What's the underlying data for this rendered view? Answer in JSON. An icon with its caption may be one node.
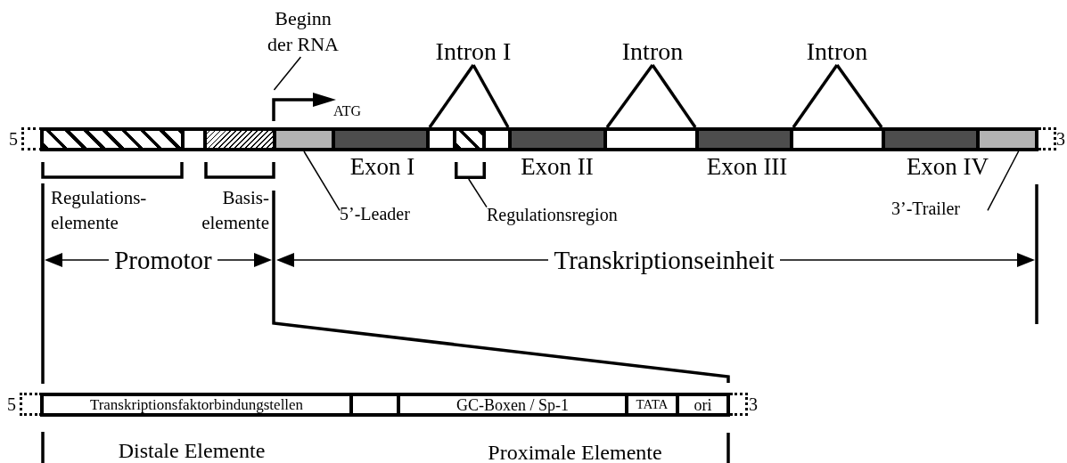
{
  "diagram": {
    "nodes": [
      {
        "text": [
          "Beginn der RNA"
        ]
      },
      {
        "text": [],
        "shape": "arrow"
      },
      {
        "text": [
          "Intron I"
        ]
      },
      {
        "text": [
          "Intron"
        ]
      },
      {
        "text": [
          "Intron"
        ]
      },
      {
        "text": [],
        "shape": "box"
      },
      {
        "text": [],
        "shape": "box"
      },
      {
        "text": [],
        "shape": "box"
      },
      {
        "text": [],
        "shape": "box"
      },
      {
        "text": [],
        "shape": "box"
      },
      {
        "text": [],
        "shape": "box"
      },
      {
        "text": [],
        "shape": "box"
      },
      {
        "text": [],
        "shape": "box"
      },
      {
        "text": [],
        "shape": "box"
      },
      {
        "text": [],
        "shape": "box"
      },
      {
        "text": [],
        "shape": "box"
      },
      {
        "text": [],
        "shape": "box"
      },
      {
        "text": [],
        "shape": "box"
      },
      {
        "text": [],
        "shape": "box"
      },
      {
        "text": [],
        "shape": "bracket"
      },
      {
        "text": [
          "5’-Leader"
        ]
      },
      {
        "text": [
          "Regulationsregion"
        ]
      },
      {
        "text": [
          "3’-Trailer"
        ]
      },
      {
        "text": [
          "Transkriptionsfaktorbindungstellen"
        ]
      },
      {
        "text": [],
        "shape": "box"
      },
      {
        "text": [
          "GC-Boxen / Sp-1"
        ]
      },
      {
        "text": [
          "TATA"
        ]
      },
      {
        "text": [
          "ori"
        ]
      }
    ],
    "edges": [
      {
        "from": 0,
        "to": 1,
        "arrow": "none"
      },
      {
        "from": 2,
        "to": 9,
        "arrow": "none"
      },
      {
        "from": 2,
        "to": 13,
        "arrow": "none"
      },
      {
        "from": 3,
        "to": 13,
        "arrow": "none"
      },
      {
        "from": 3,
        "to": 15,
        "arrow": "none"
      },
      {
        "from": 4,
        "to": 15,
        "arrow": "none"
      },
      {
        "from": 4,
        "to": 17,
        "arrow": "none"
      },
      {
        "from": 20,
        "to": 8,
        "arrow": "none"
      },
      {
        "from": 21,
        "to": 19,
        "arrow": "none"
      },
      {
        "from": 22,
        "to": 18,
        "arrow": "none"
      }
    ],
    "labels": [
      "ATG",
      "5",
      "3",
      "Exon I",
      "Exon II",
      "Exon III",
      "Exon IV",
      "Regulations- elemente",
      "Basis- elemente",
      "Promotor",
      "Transkriptionseinheit",
      "5",
      "3",
      "Distale Elemente",
      "Proximale Elemente"
    ]
  }
}
